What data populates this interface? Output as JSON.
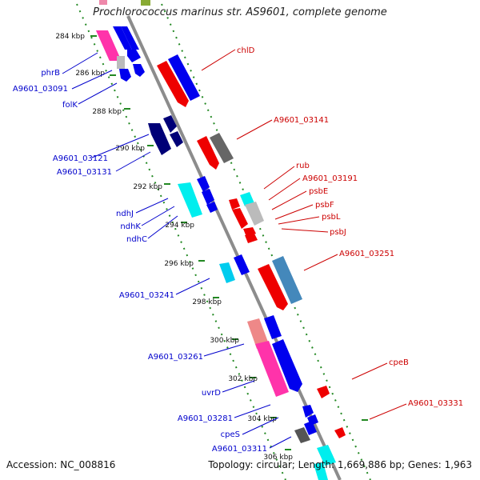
{
  "title": "Prochlorococcus marinus str. AS9601, complete genome",
  "footer": {
    "accession": "Accession: NC_008816",
    "summary": "Topology: circular; Length: 1,669,886 bp; Genes: 1,963"
  },
  "ticks": [
    "284 kbp",
    "286 kbp",
    "288 kbp",
    "290 kbp",
    "292 kbp",
    "294 kbp",
    "296 kbp",
    "298 kbp",
    "300 kbp",
    "302 kbp",
    "304 kbp",
    "306 kbp"
  ],
  "left_genes": [
    "phrB",
    "A9601_03091",
    "folK",
    "A9601_03121",
    "A9601_03131",
    "ndhJ",
    "ndhK",
    "ndhC",
    "A9601_03241",
    "A9601_03261",
    "uvrD",
    "A9601_03281",
    "cpeS",
    "A9601_03311"
  ],
  "right_genes": [
    "chlD",
    "A9601_03141",
    "rub",
    "A9601_03191",
    "psbE",
    "psbF",
    "psbL",
    "psbJ",
    "A9601_03251",
    "cpeB",
    "A9601_03331"
  ],
  "colors": {
    "forward_label": "#0000cc",
    "reverse_label": "#cc0000",
    "backbone": "#8c8c8c",
    "ring": "#228822"
  }
}
